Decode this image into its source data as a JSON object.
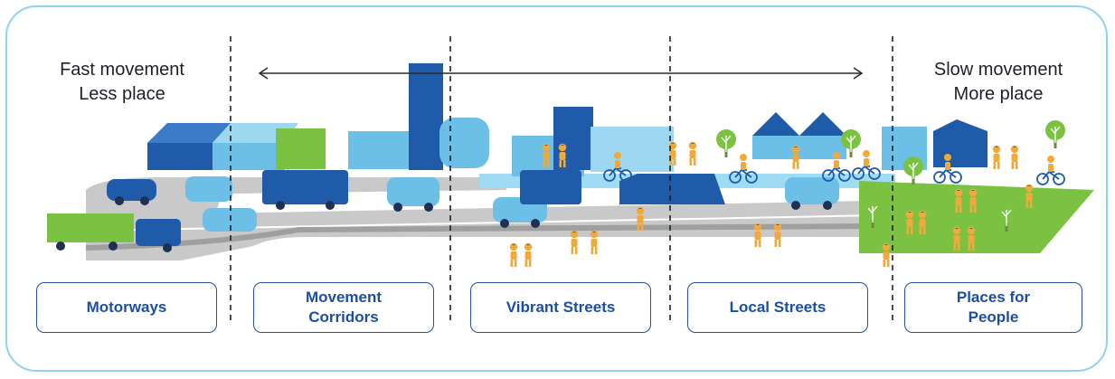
{
  "left_label": {
    "line1": "Fast movement",
    "line2": "Less place"
  },
  "right_label": {
    "line1": "Slow movement",
    "line2": "More place"
  },
  "categories": [
    {
      "label": "Motorways"
    },
    {
      "label": "Movement\nCorridors"
    },
    {
      "label": "Vibrant Streets"
    },
    {
      "label": "Local Streets"
    },
    {
      "label": "Places for\nPeople"
    }
  ],
  "colors": {
    "frame": "#8fd3ee",
    "box_border": "#2a4f9a",
    "box_text": "#1d4fa0",
    "road": "#bcbcbc",
    "water": "#9fdcf4",
    "grass": "#7cc242",
    "person": "#f2a93b",
    "building_dark": "#1f5ba8",
    "building_light": "#6cc0e8"
  },
  "icons": [
    "double-arrow-icon",
    "divider-line",
    "building-icon",
    "vehicle-icon",
    "person-icon",
    "tree-icon",
    "house-icon",
    "bicycle-icon"
  ]
}
